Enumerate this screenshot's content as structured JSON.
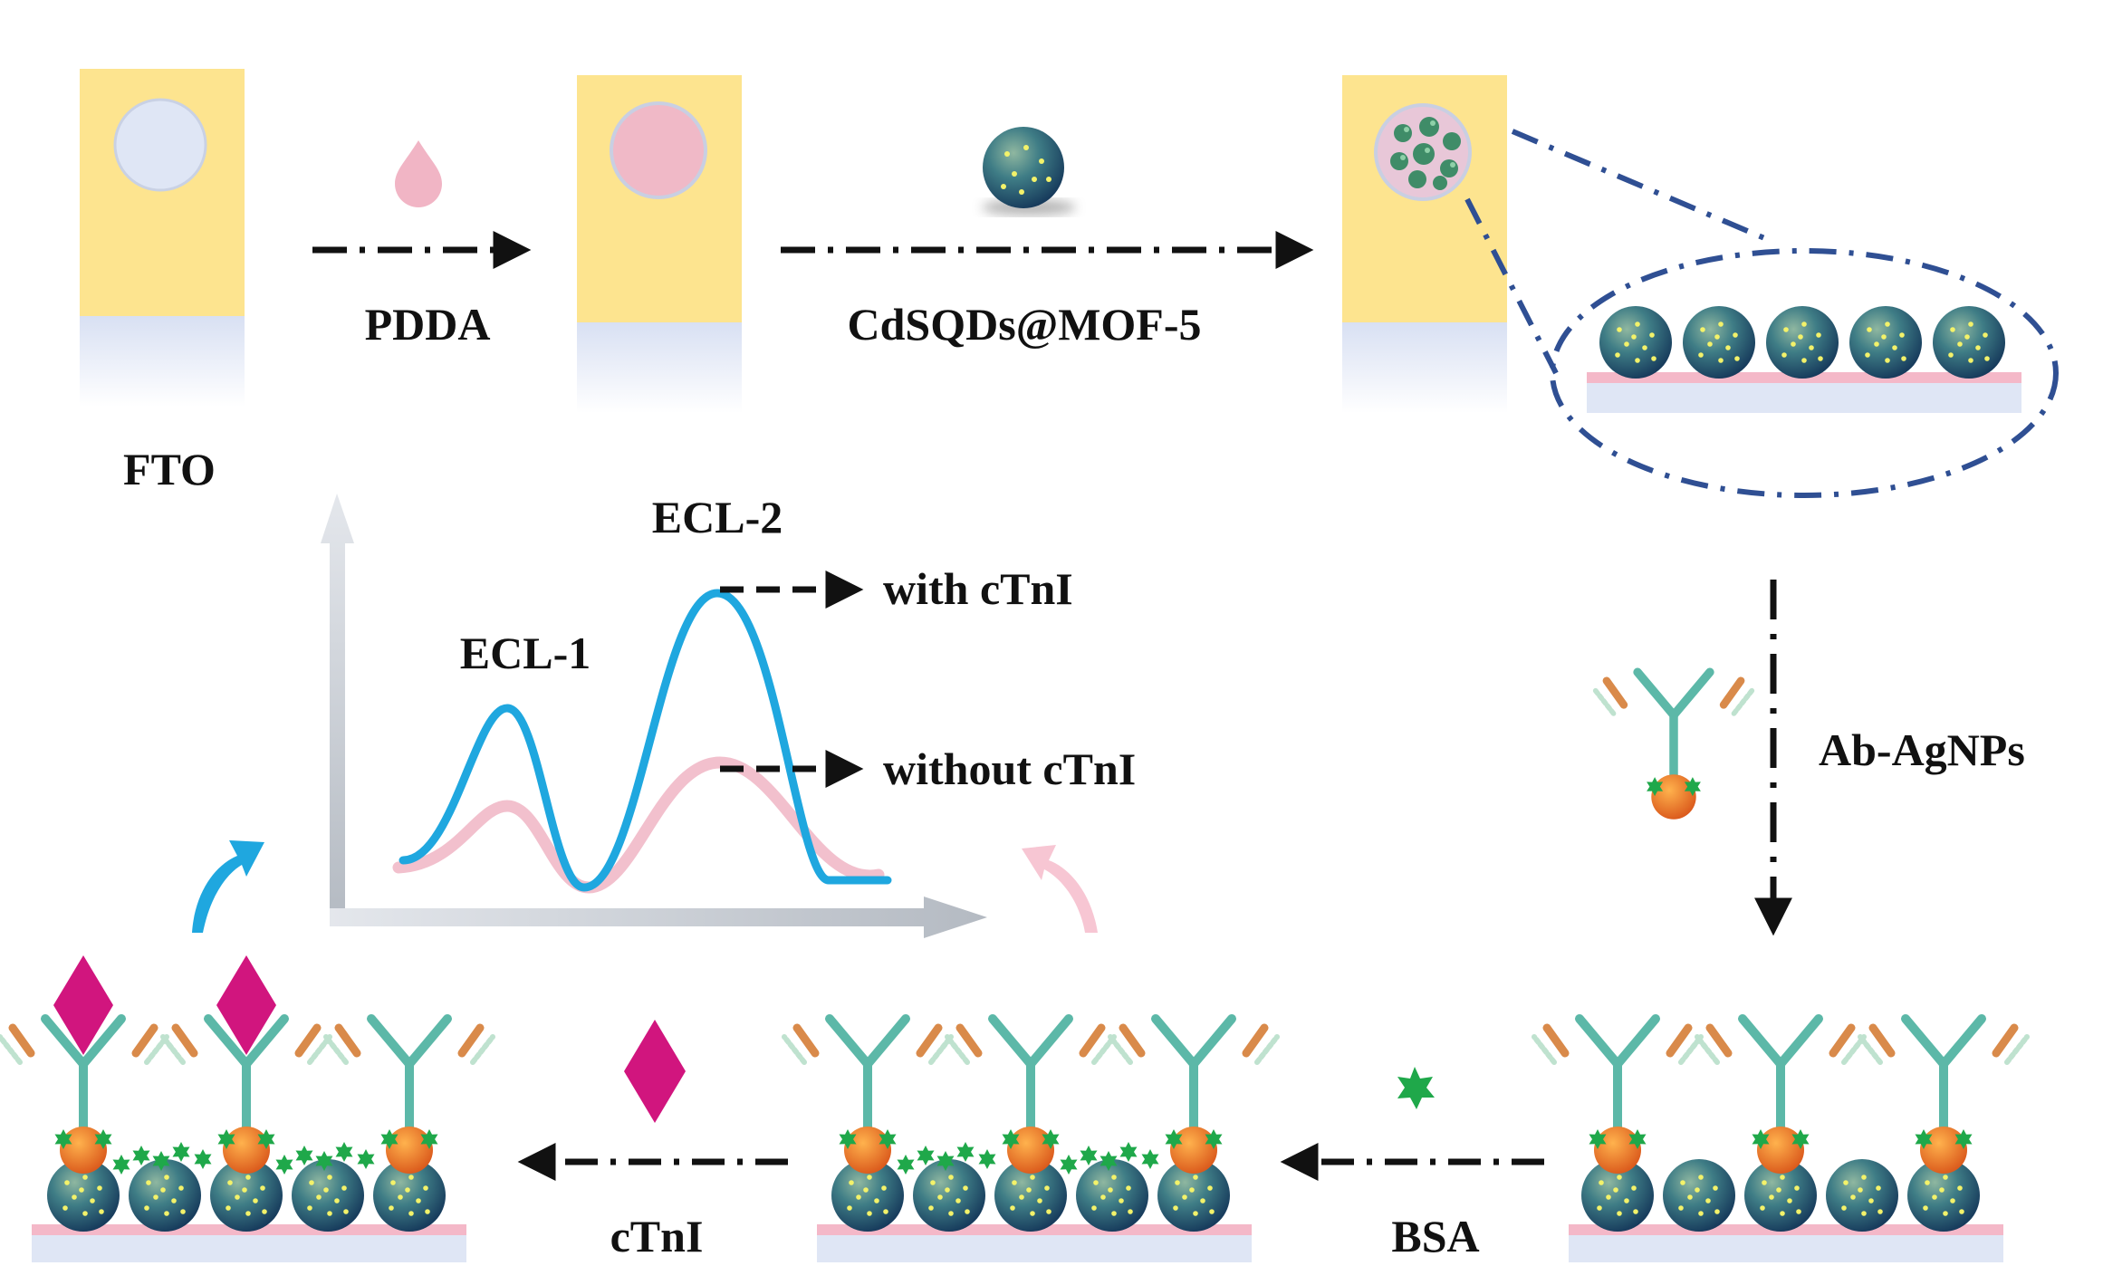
{
  "labels": {
    "fto": "FTO",
    "pdda": "PDDA",
    "cdsqds": "CdSQDs@MOF-5",
    "ab_agnps": "Ab-AgNPs",
    "bsa": "BSA",
    "ctni": "cTnI",
    "ecl1": "ECL-1",
    "ecl2": "ECL-2",
    "with_ctni": "with cTnI",
    "without_ctni": "without cTnI"
  },
  "colors": {
    "electrode": "#fde48f",
    "electrode_base": "#dfe6f5",
    "substrate_pink": "#f4b8c8",
    "qd_sphere": "#2f5f7a",
    "qd_dots": "#f3f26a",
    "antibody": "#5cb8a8",
    "antibody_tip": "#d98a4a",
    "agnp": "#ee7a1e",
    "bsa_star": "#1fa84a",
    "ctni_diamond": "#d1157e",
    "curve_with": "#1fa7df",
    "curve_without": "#f2c0cd",
    "dashed_blue": "#2f4f93",
    "axis_gray": "#b9bfc6"
  }
}
